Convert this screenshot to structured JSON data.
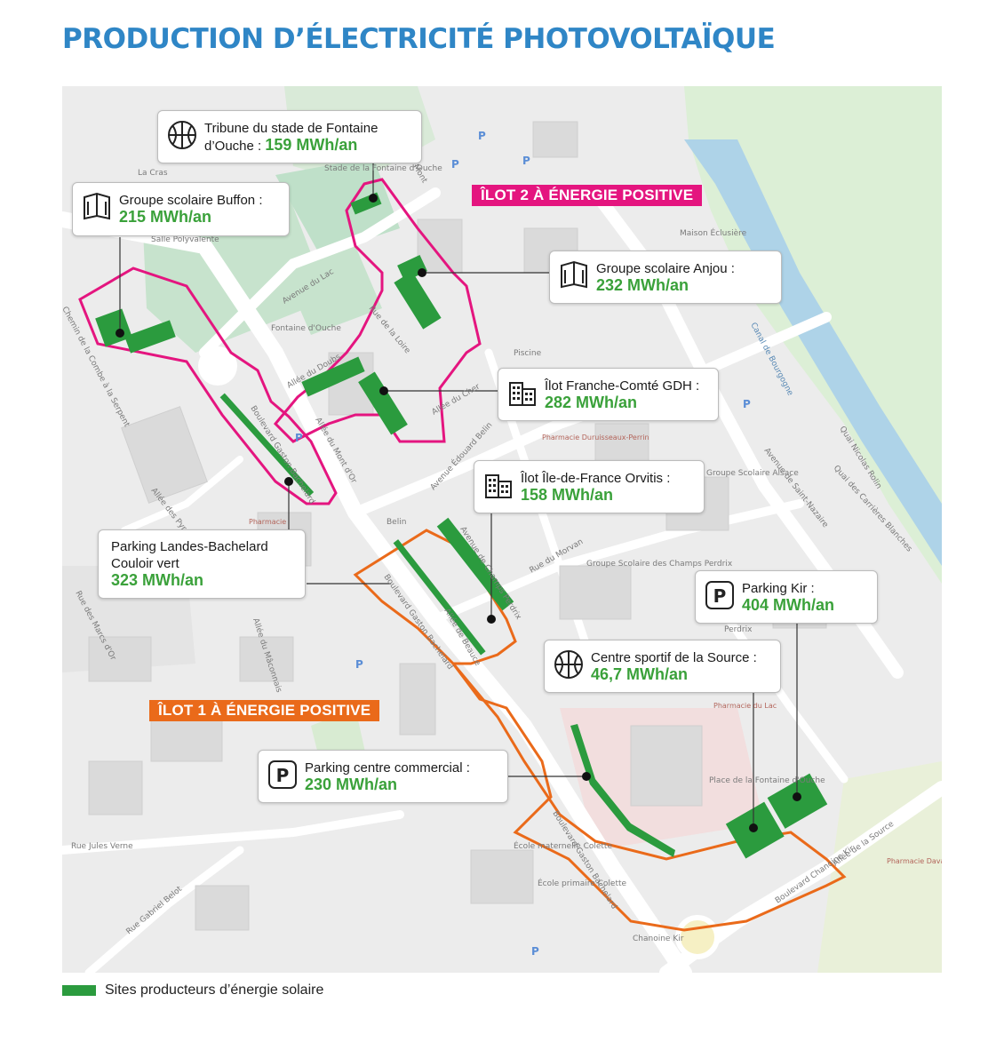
{
  "title": "PRODUCTION D’ÉLECTRICITÉ PHOTOVOLTAÏQUE",
  "zones": {
    "ilot2": "ÎLOT 2 À ÉNERGIE POSITIVE",
    "ilot1": "ÎLOT 1 À ÉNERGIE POSITIVE"
  },
  "sites": [
    {
      "label": "Tribune du stade de Fontaine d’Ouche :",
      "value": "159 MWh/an",
      "icon": "basketball-icon"
    },
    {
      "label": "Groupe scolaire Buffon :",
      "value": "215 MWh/an",
      "icon": "book-icon"
    },
    {
      "label": "Groupe scolaire Anjou :",
      "value": "232 MWh/an",
      "icon": "book-icon"
    },
    {
      "label": "Îlot Franche-Comté GDH :",
      "value": "282 MWh/an",
      "icon": "building-icon"
    },
    {
      "label": "Îlot Île-de-France Orvitis :",
      "value": "158 MWh/an",
      "icon": "building-icon"
    },
    {
      "label": "Parking Landes-Bachelard Couloir vert",
      "value": "323 MWh/an",
      "icon": ""
    },
    {
      "label": "Parking Kir :",
      "value": "404 MWh/an",
      "icon": "parking-icon"
    },
    {
      "label": "Centre sportif de la Source :",
      "value": "46,7 MWh/an",
      "icon": "basketball-icon"
    },
    {
      "label": "Parking centre commercial :",
      "value": "230 MWh/an",
      "icon": "parking-icon"
    }
  ],
  "legend": {
    "label": "Sites producteurs d’énergie solaire"
  },
  "map_labels": {
    "avenue_du_lac": "Avenue du Lac",
    "rue_de_la_loire": "Rue de la Loire",
    "allee_du_doubs": "Allée du Doubs",
    "allee_du_cher": "Allée du Cher",
    "allee_du_mont_dor": "Allée du Mont d'Or",
    "boulevard_gaston_bachelard": "Boulevard Gaston Bachelard",
    "avenue_edouard_belin": "Avenue Édouard Belin",
    "avenue_de_champs_perdrix": "Avenue de Champs Perdrix",
    "rue_du_morvan": "Rue du Morvan",
    "allee_de_beauce": "Allée de Beauce",
    "quai_nicolas_rolin": "Quai Nicolas Rolin",
    "quai_des_carrieres_blanches": "Quai des Carrières Blanches",
    "avenue_de_saint_nazaire": "Avenue de Saint-Nazaire",
    "boulevard_chanoine_kir": "Boulevard Chanoine Kir",
    "allee_de_la_source": "Allée de la Source",
    "rue_jules_verne": "Rue Jules Verne",
    "rue_gabriel_belot": "Rue Gabriel Belot",
    "rue_des_marcs_dor": "Rue des Marcs d'Or",
    "allee_du_maconnais": "Allée du Mâconnais",
    "allee_des_pyrenees": "Allée des Pyrénées",
    "chemin_combe_serpent": "Chemin de la Combe à la Serpent",
    "maison_eclusiere": "Maison Éclusière",
    "la_cras": "La Cras",
    "stade": "Stade de la Fontaine d'Ouche",
    "salle_polyvalente": "Salle Polyvalente",
    "piscine": "Piscine",
    "pharmacie_duruisseaux": "Pharmacie Duruisseaux-Perrin",
    "pharmacie_du_lac": "Pharmacie du Lac",
    "pharmacie_davanture": "Pharmacie Davanture",
    "pharmacie": "Pharmacie",
    "place_fontaine": "Place de la Fontaine d'Ouche",
    "ecole_maternelle": "École maternelle Colette",
    "ecole_primaire": "École primaire Colette",
    "groupe_scolaire_champs_perdrix": "Groupe Scolaire des Champs Perdrix",
    "groupe_scolaire_alsace": "Groupe Scolaire Alsace",
    "fontaine_douche": "Fontaine d'Ouche",
    "chanoine_kir": "Chanoine Kir",
    "canal": "Canal de Bourgogne",
    "perdrix": "Perdrix",
    "mont": "Mont",
    "belin": "Belin"
  },
  "colors": {
    "title": "#2f86c6",
    "solar_site": "#2b9b3e",
    "ilot2": "#e4157f",
    "ilot1": "#ea6a1a",
    "value": "#3aa13a"
  }
}
